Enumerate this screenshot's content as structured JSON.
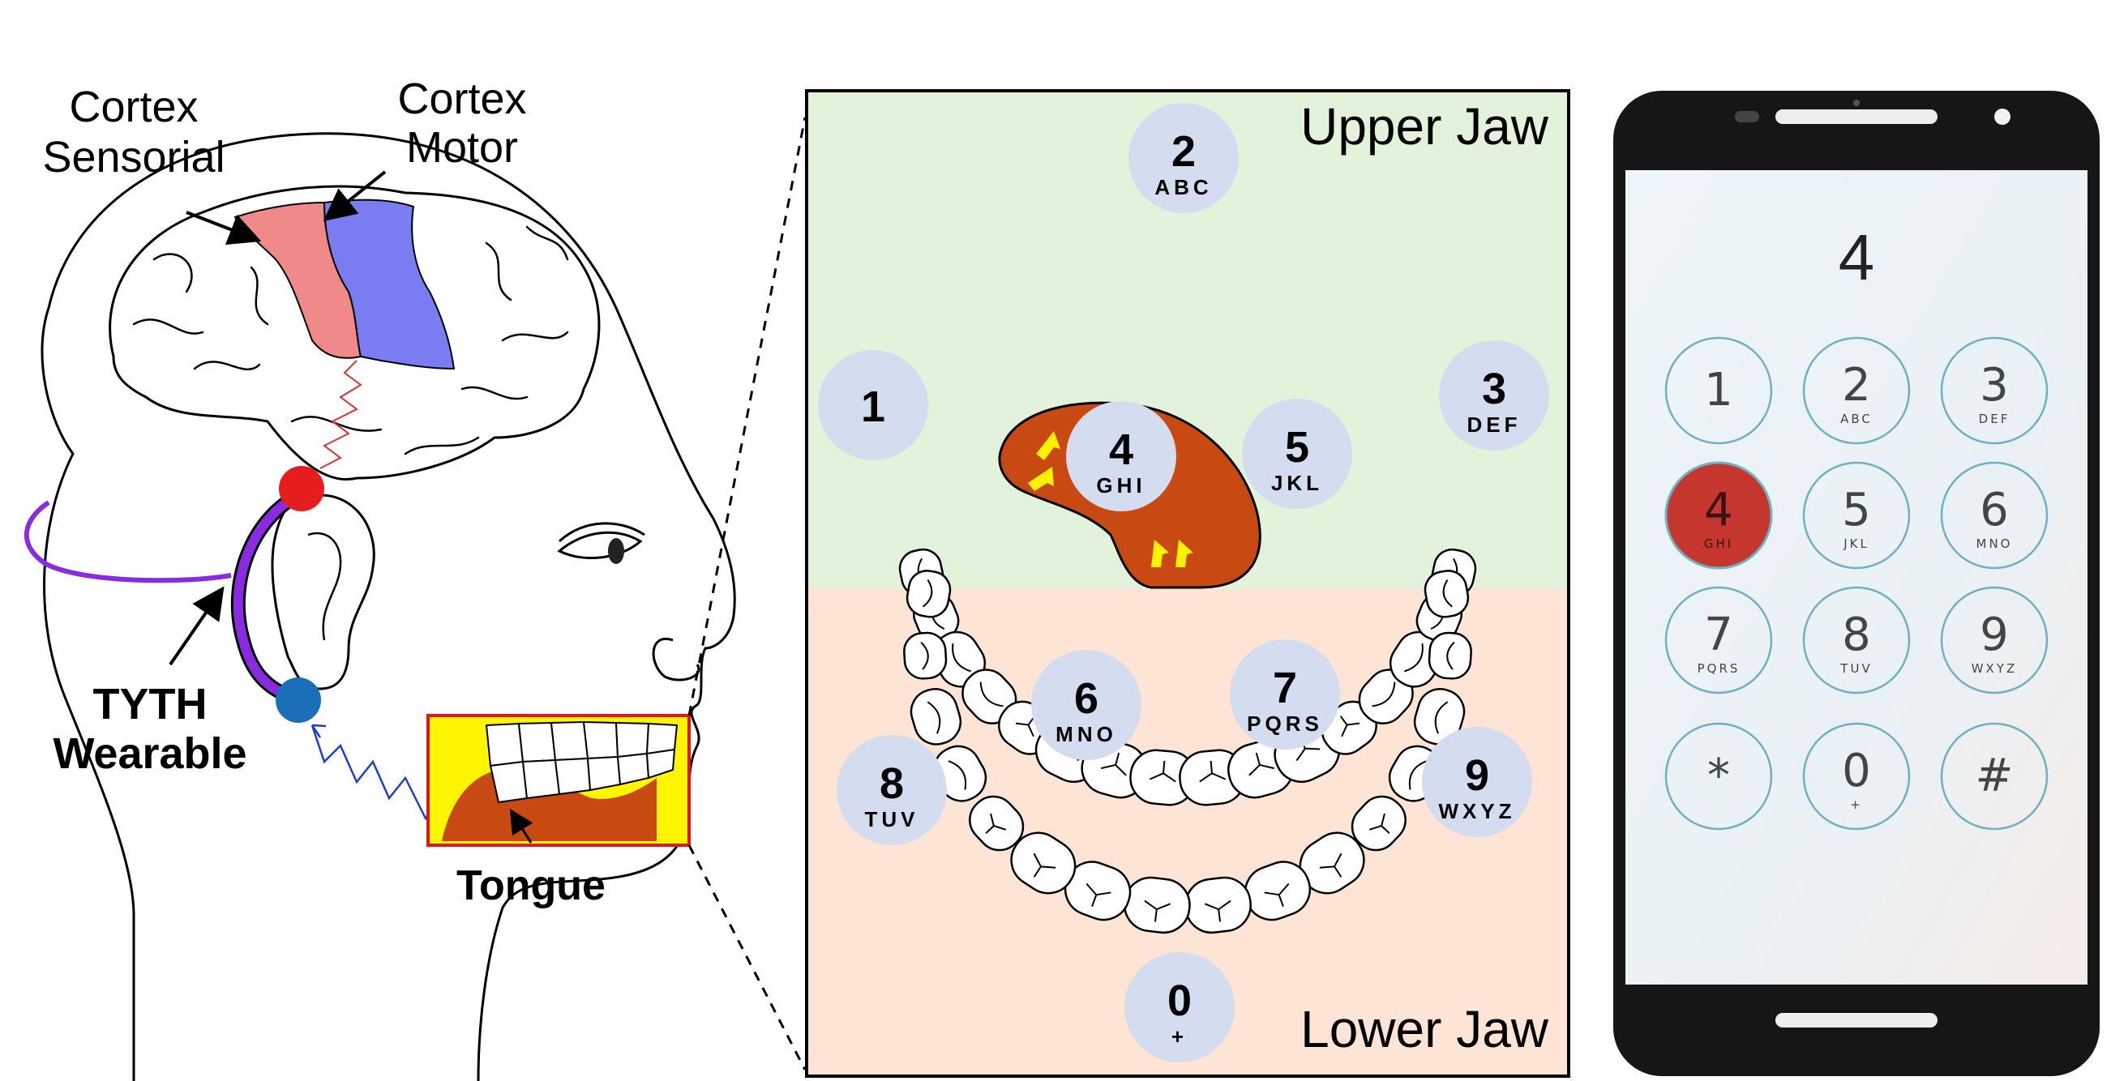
{
  "head_labels": {
    "cortex_sensorial_line1": "Cortex",
    "cortex_sensorial_line2": "Sensorial",
    "cortex_motor_line1": "Cortex",
    "cortex_motor_line2": "Motor",
    "wearable_line1": "TYTH",
    "wearable_line2": "Wearable",
    "tongue": "Tongue"
  },
  "jaw_map": {
    "upper_title": "Upper Jaw",
    "lower_title": "Lower Jaw",
    "keys": [
      {
        "digit": "1",
        "letters": ""
      },
      {
        "digit": "2",
        "letters": "ABC"
      },
      {
        "digit": "3",
        "letters": "DEF"
      },
      {
        "digit": "4",
        "letters": "GHI"
      },
      {
        "digit": "5",
        "letters": "JKL"
      },
      {
        "digit": "6",
        "letters": "MNO"
      },
      {
        "digit": "7",
        "letters": "PQRS"
      },
      {
        "digit": "8",
        "letters": "TUV"
      },
      {
        "digit": "9",
        "letters": "WXYZ"
      },
      {
        "digit": "0",
        "letters": "+"
      }
    ]
  },
  "phone": {
    "display": "4",
    "keys": [
      {
        "digit": "1",
        "letters": ""
      },
      {
        "digit": "2",
        "letters": "ABC"
      },
      {
        "digit": "3",
        "letters": "DEF"
      },
      {
        "digit": "4",
        "letters": "GHI",
        "active": true
      },
      {
        "digit": "5",
        "letters": "JKL"
      },
      {
        "digit": "6",
        "letters": "MNO"
      },
      {
        "digit": "7",
        "letters": "PQRS"
      },
      {
        "digit": "8",
        "letters": "TUV"
      },
      {
        "digit": "9",
        "letters": "WXYZ"
      },
      {
        "digit": "*",
        "letters": ""
      },
      {
        "digit": "0",
        "letters": "+"
      },
      {
        "digit": "#",
        "letters": ""
      }
    ]
  },
  "colors": {
    "upper_jaw_bg": "#e3f2da",
    "lower_jaw_bg": "#fde4d4",
    "key_circle": "#d4dcef",
    "tongue": "#c84a12",
    "arrow": "#fff200",
    "sensorial_cortex": "#f08a8a",
    "motor_cortex": "#7a7cf2",
    "wearable": "#8a2be2",
    "phone_active": "#c5362f",
    "phone_ring": "#6fb0c2"
  }
}
